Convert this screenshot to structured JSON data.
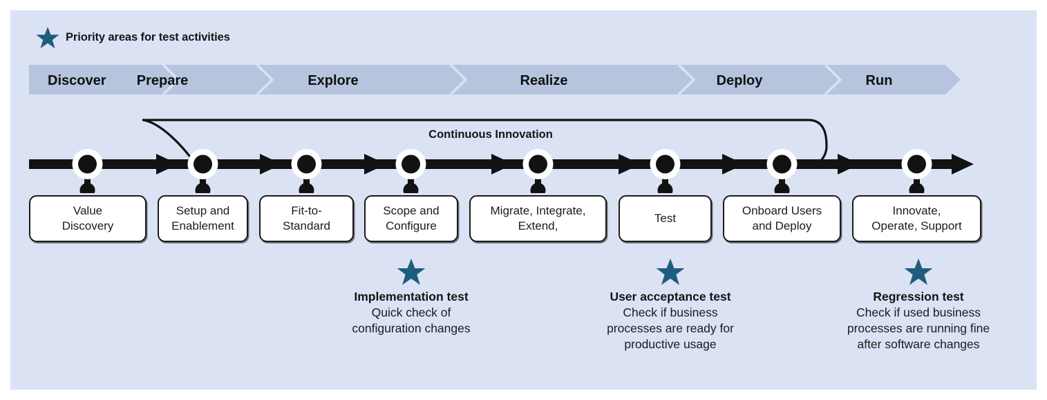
{
  "colors": {
    "panel_bg": "#dbe2f4",
    "banner_fill": "#b6c4de",
    "star": "#1f5d7e",
    "line": "#121212",
    "box_fill": "#ffffff",
    "text": "#1b1b1b"
  },
  "legend": {
    "icon": "star-icon",
    "label": "Priority areas for test activities"
  },
  "phases": [
    {
      "label": "Discover"
    },
    {
      "label": "Prepare"
    },
    {
      "label": "Explore"
    },
    {
      "label": "Realize"
    },
    {
      "label": "Deploy"
    },
    {
      "label": "Run"
    }
  ],
  "loop": {
    "label": "Continuous Innovation"
  },
  "timeline": {
    "stages": [
      {
        "label": "Value\nDiscovery",
        "marker": "node-dot"
      },
      {
        "label": "Setup and\nEnablement",
        "marker": "node-dot"
      },
      {
        "label": "Fit-to-\nStandard",
        "marker": "node-dot"
      },
      {
        "label": "Scope and\nConfigure",
        "marker": "node-dot"
      },
      {
        "label": "Migrate, Integrate,\nExtend,",
        "marker": "node-dot"
      },
      {
        "label": "Test",
        "marker": "node-dot"
      },
      {
        "label": "Onboard Users\nand Deploy",
        "marker": "node-dot"
      },
      {
        "label": "Innovate,\nOperate, Support",
        "marker": "node-dot"
      }
    ]
  },
  "notes": [
    {
      "icon": "star-icon",
      "title": "Implementation test",
      "body": "Quick check of\nconfiguration changes"
    },
    {
      "icon": "star-icon",
      "title": "User acceptance test",
      "body": "Check if business\nprocesses are ready for\nproductive usage"
    },
    {
      "icon": "star-icon",
      "title": "Regression test",
      "body": "Check if used business\nprocesses are running fine\nafter software changes"
    }
  ]
}
